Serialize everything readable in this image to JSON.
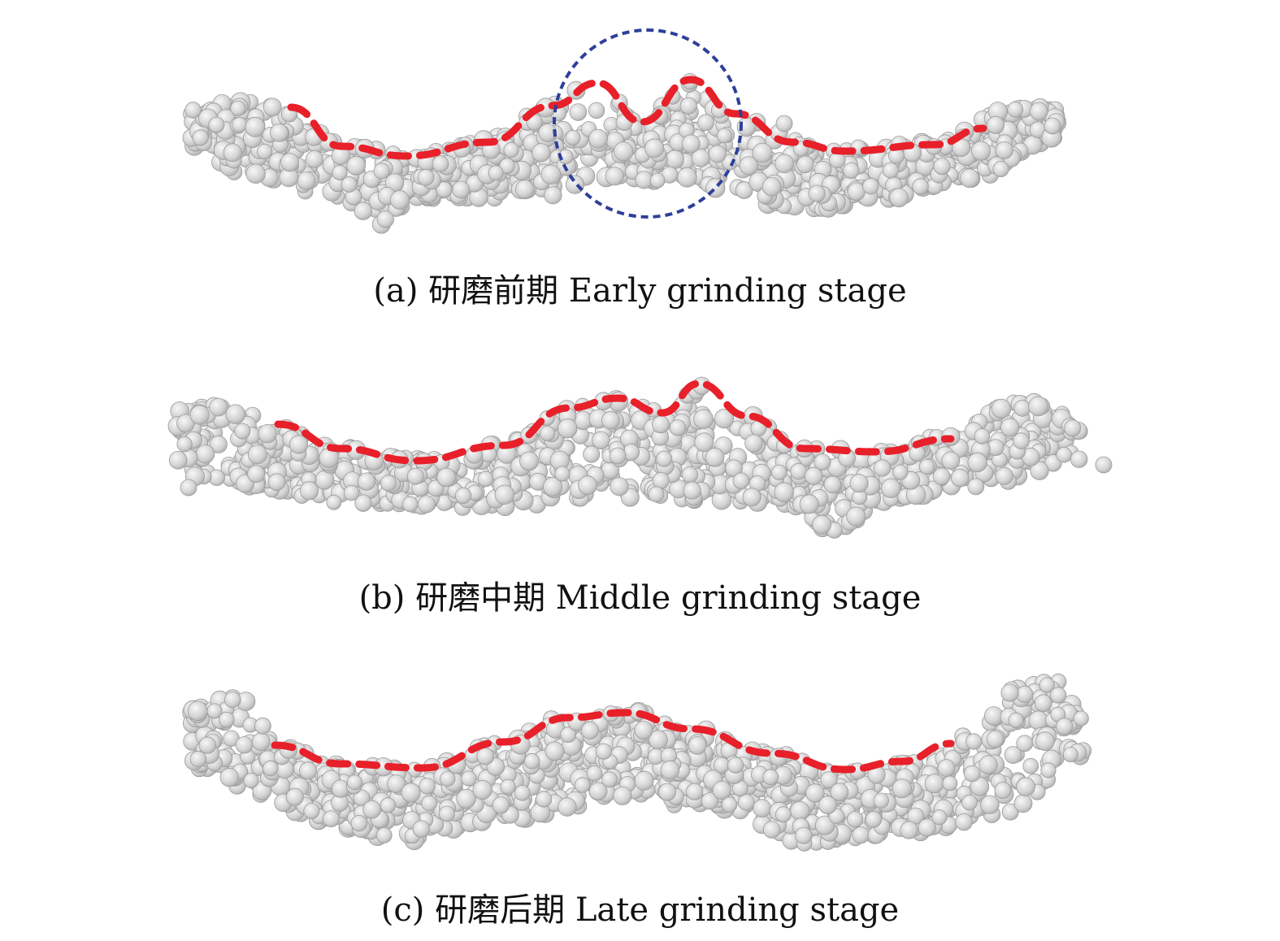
{
  "panels": [
    {
      "id": "a",
      "caption": "(a) 研磨前期 Early grinding stage"
    },
    {
      "id": "b",
      "caption": "(b) 研磨中期 Middle grinding stage"
    },
    {
      "id": "c",
      "caption": "(c) 研磨后期 Late grinding stage"
    }
  ],
  "colors": {
    "particle_fill": "#d3d3d3",
    "particle_stroke": "#9c9c9c",
    "profile_line": "#e8202a",
    "highlight_circle": "#2e3f9a"
  }
}
